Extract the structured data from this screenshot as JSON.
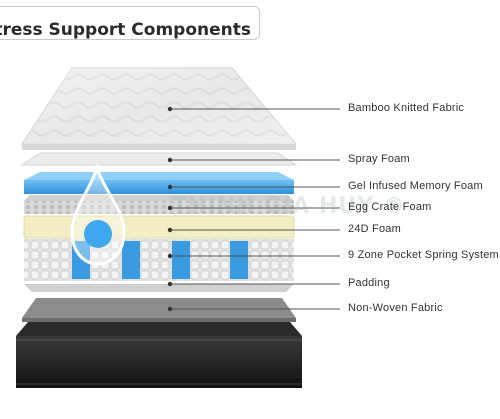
{
  "title": "ttress Support Components",
  "watermark": "THINH GIA HUY ®",
  "layers": [
    {
      "label": "Bamboo Knitted Fabric"
    },
    {
      "label": "Spray Foam"
    },
    {
      "label": "Gel Infused Memory Foam"
    },
    {
      "label": "Egg Crate Foam"
    },
    {
      "label": "24D Foam"
    },
    {
      "label": "9 Zone Pocket Spring System"
    },
    {
      "label": "Padding"
    },
    {
      "label": "Non-Woven Fabric"
    }
  ],
  "colors": {
    "gel_blue": "#3a9be0",
    "foam_yellow": "#f3edc4",
    "base_black": "#1c1c1c",
    "leader_line": "#555555"
  }
}
